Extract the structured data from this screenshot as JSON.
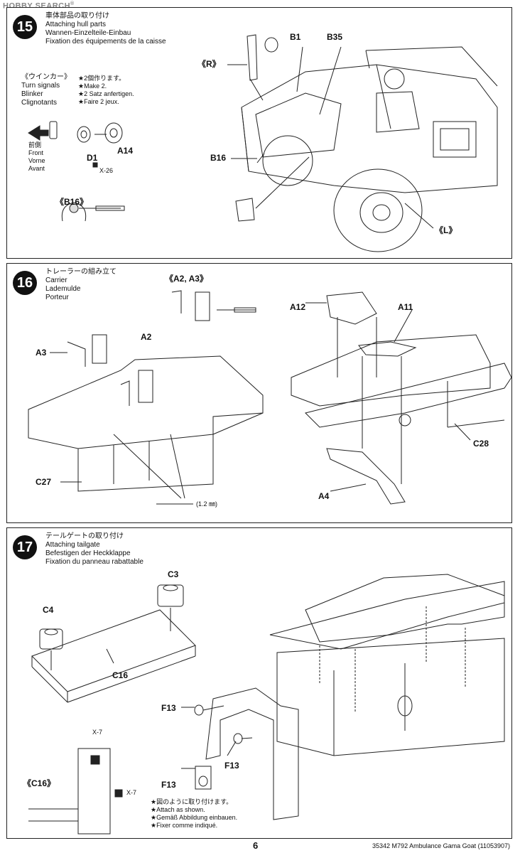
{
  "watermark": {
    "text": "HOBBY SEARCH",
    "reg": "®"
  },
  "step15": {
    "number": "15",
    "title_jp": "車体部品の取り付け",
    "title_en": "Attaching hull parts",
    "title_de": "Wannen-Einzelteile-Einbau",
    "title_fr": "Fixation des équipements de la caisse",
    "turn_jp": "《ウインカー》",
    "turn_en": "Turn signals",
    "turn_de": "Blinker",
    "turn_fr": "Clignotants",
    "make_jp": "★2個作ります。",
    "make_en": "★Make 2.",
    "make_de": "★2 Satz anfertigen.",
    "make_fr": "★Faire 2 jeux.",
    "front_jp": "前側",
    "front_en": "Front",
    "front_de": "Vorne",
    "front_fr": "Avant",
    "labels": {
      "d1": "D1",
      "x26": "X-26",
      "a14": "A14",
      "b16_detail": "《B16》",
      "r": "《R》",
      "b1": "B1",
      "b35": "B35",
      "b16": "B16",
      "l": "《L》"
    }
  },
  "step16": {
    "number": "16",
    "title_jp": "トレーラーの組み立て",
    "title_en": "Carrier",
    "title_de": "Lademulde",
    "title_fr": "Porteur",
    "labels": {
      "a2a3": "《A2, A3》",
      "a3": "A3",
      "a2": "A2",
      "c27": "C27",
      "drill": "(1.2 ㎜)",
      "a12": "A12",
      "a11": "A11",
      "c28": "C28",
      "a4": "A4"
    }
  },
  "step17": {
    "number": "17",
    "title_jp": "テールゲートの取り付け",
    "title_en": "Attaching tailgate",
    "title_de": "Befestigen der Heckklappe",
    "title_fr": "Fixation du panneau rabattable",
    "labels": {
      "c3": "C3",
      "c4": "C4",
      "c16": "C16",
      "f13a": "F13",
      "f13b": "F13",
      "f13c": "F13",
      "x7a": "X-7",
      "x7b": "X-7",
      "c16_detail": "《C16》"
    },
    "note_jp": "★図のように取り付けます。",
    "note_en": "★Attach as shown.",
    "note_de": "★Gemäß Abbildung einbauen.",
    "note_fr": "★Fixer comme indiqué."
  },
  "footer": {
    "page": "6",
    "code": "35342 M792 Ambulance Gama Goat (11053907)"
  }
}
